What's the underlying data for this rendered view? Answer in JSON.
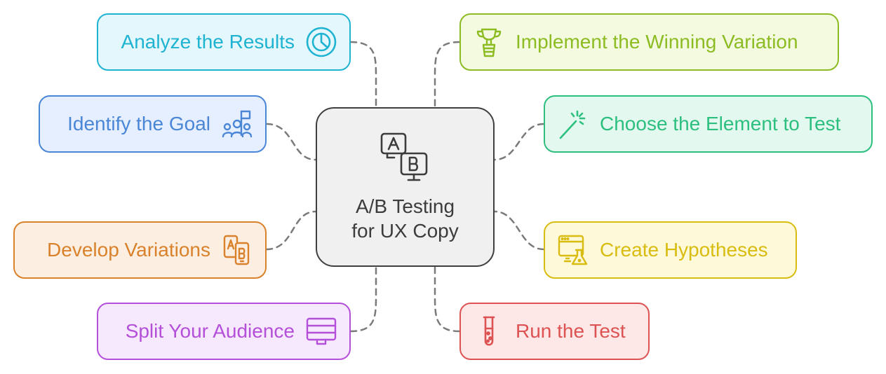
{
  "center": {
    "title_line1": "A/B Testing",
    "title_line2": "for UX Copy",
    "icon": "ab-test-screens-icon",
    "border_color": "#3f3f3f",
    "fill_color": "#f0f0f0"
  },
  "steps": [
    {
      "id": "analyze-results",
      "label": "Analyze the Results",
      "icon": "pie-chart-icon",
      "color": "#1fb3d2",
      "fill": "#e3f7fc"
    },
    {
      "id": "identify-goal",
      "label": "Identify the Goal",
      "icon": "team-flag-icon",
      "color": "#4a86d6",
      "fill": "#e6efff"
    },
    {
      "id": "develop-variations",
      "label": "Develop Variations",
      "icon": "ab-phones-icon",
      "color": "#d9822b",
      "fill": "#fdeee2"
    },
    {
      "id": "split-audience",
      "label": "Split Your Audience",
      "icon": "split-screen-icon",
      "color": "#b44fd9",
      "fill": "#f7e9fd"
    },
    {
      "id": "implement-winning",
      "label": "Implement the Winning Variation",
      "icon": "trophy-icon",
      "color": "#8cbc22",
      "fill": "#f3fae0"
    },
    {
      "id": "choose-element",
      "label": "Choose the Element to Test",
      "icon": "magic-wand-icon",
      "color": "#2dbf80",
      "fill": "#e3f8ee"
    },
    {
      "id": "create-hypotheses",
      "label": "Create Hypotheses",
      "icon": "browser-flask-icon",
      "color": "#d9bc10",
      "fill": "#fdf9d9"
    },
    {
      "id": "run-test",
      "label": "Run the Test",
      "icon": "test-tube-icon",
      "color": "#dd5252",
      "fill": "#fde7e7"
    }
  ],
  "connector_color": "#7a7a7a"
}
